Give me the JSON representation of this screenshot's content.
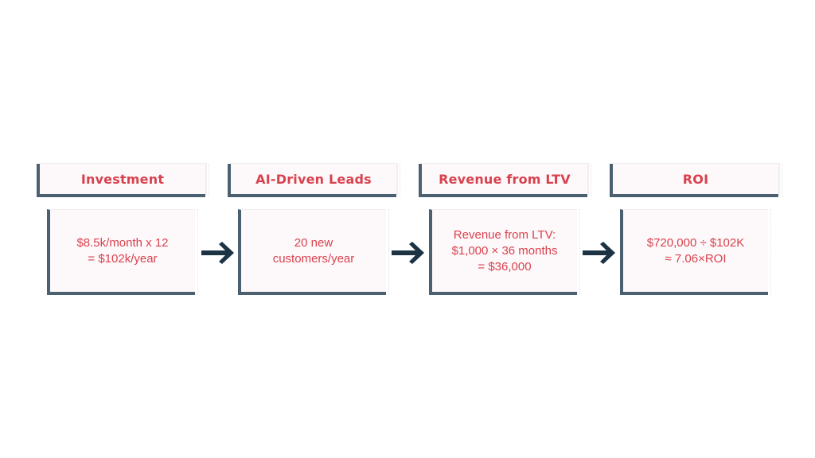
{
  "diagram": {
    "type": "flow",
    "direction": "left-to-right",
    "colors": {
      "text_accent": "#d8424e",
      "border_shadow": "#4b6171",
      "arrow": "#1c3344",
      "box_background": "#fdf8fa"
    },
    "steps": [
      {
        "title": "Investment",
        "body": "$8.5k/month x 12\n= $102k/year"
      },
      {
        "title": "AI-Driven Leads",
        "body": "20 new\ncustomers/year"
      },
      {
        "title": "Revenue from LTV",
        "body": "Revenue from LTV:\n$1,000 × 36 months\n= $36,000"
      },
      {
        "title": "ROI",
        "body": "$720,000 ÷ $102K\n≈ 7.06×ROI"
      }
    ],
    "connectors": [
      {
        "from": 0,
        "to": 1,
        "icon": "arrow-right-icon"
      },
      {
        "from": 1,
        "to": 2,
        "icon": "arrow-right-icon"
      },
      {
        "from": 2,
        "to": 3,
        "icon": "arrow-right-icon"
      }
    ]
  }
}
